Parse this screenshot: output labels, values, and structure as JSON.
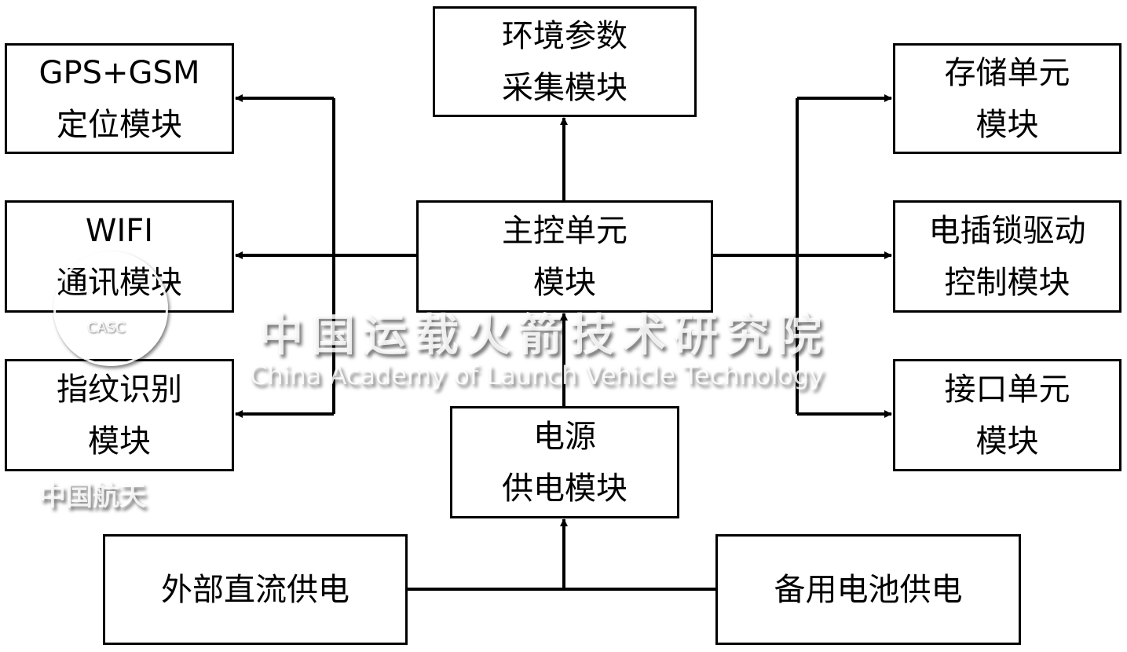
{
  "modules": {
    "env": [
      "环境参数",
      "采集模块"
    ],
    "gps": [
      "GPS+GSM",
      "定位模块"
    ],
    "storage": [
      "存储单元",
      "模块"
    ],
    "wifi": [
      "WIFI",
      "通讯模块"
    ],
    "main": [
      "主控单元",
      "模块"
    ],
    "lock": [
      "电插锁驱动",
      "控制模块"
    ],
    "fingerprint": [
      "指纹识别",
      "模块"
    ],
    "interface": [
      "接口单元",
      "模块"
    ],
    "power": [
      "电源",
      "供电模块"
    ],
    "external": [
      "外部直流供电"
    ],
    "battery": [
      "备用电池供电"
    ]
  },
  "watermark": {
    "cn": "中国运载火箭技术研究院",
    "en": "China Academy of Launch Vehicle Technology",
    "logo": "CASC",
    "small": "中国航天"
  }
}
